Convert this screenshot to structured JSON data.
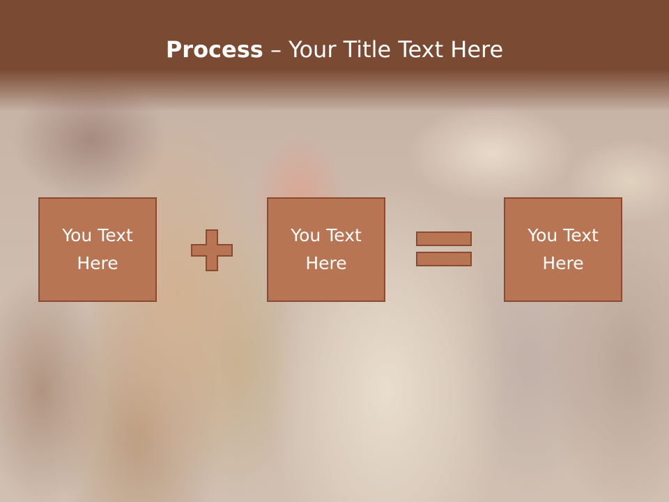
{
  "slide": {
    "title_bold": "Process",
    "title_rest": " – Your Title Text Here",
    "boxes": [
      {
        "label": "You Text\nHere"
      },
      {
        "label": "You Text\nHere"
      },
      {
        "label": "You Text\nHere"
      }
    ],
    "operators": [
      "plus-icon",
      "equals-icon"
    ],
    "colors": {
      "header": "#7a4a33",
      "box_fill": "#b87553",
      "box_border": "#8a4a30",
      "text": "#ffffff"
    }
  }
}
